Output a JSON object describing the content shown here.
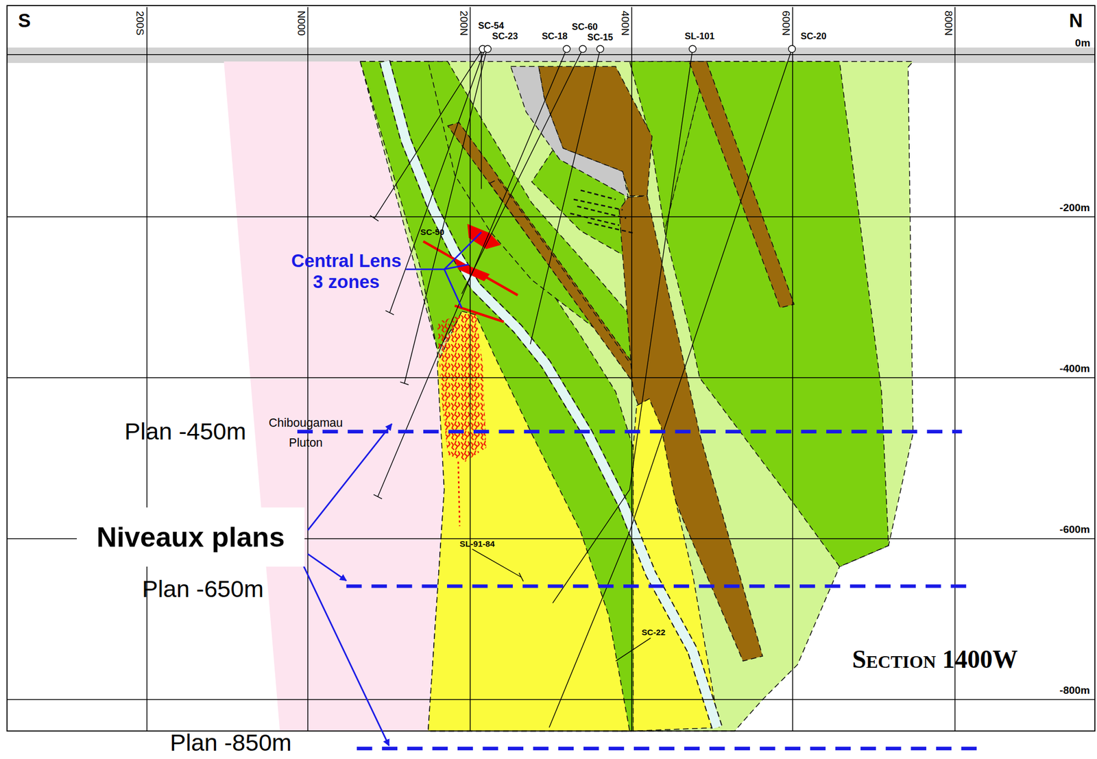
{
  "diagram": {
    "title": "Section 1400W",
    "nodes": [
      {
        "text": [
          "Niveaux plans"
        ]
      }
    ],
    "labels": [
      "S",
      "N",
      "200S",
      "N000",
      "200N",
      "400N",
      "600N",
      "800N",
      "0m",
      "-200m",
      "-400m",
      "-600m",
      "-800m",
      "SC-54",
      "SC-23",
      "SC-18",
      "SC-60",
      "SC-15",
      "SL-101",
      "SC-20",
      "SC-50",
      "Central Lens 3 zones",
      "Chibougamau Pluton",
      "Plan -450m",
      "Plan -650m",
      "Plan -850m",
      "SL-91-84",
      "SC-22"
    ]
  }
}
